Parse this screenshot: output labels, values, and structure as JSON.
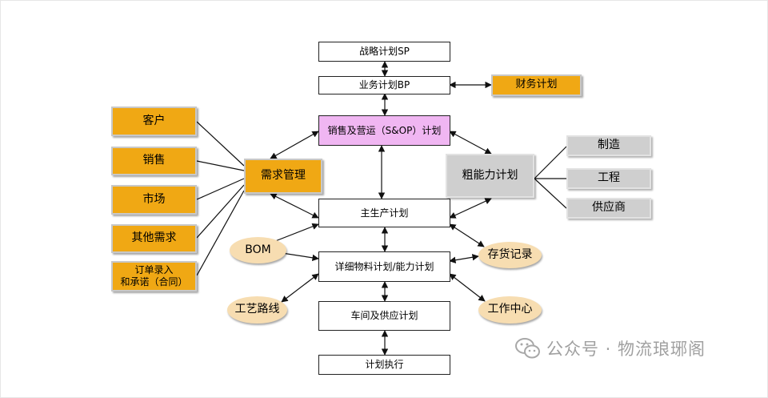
{
  "nodes": {
    "strategic_plan": "战略计划SP",
    "business_plan": "业务计划BP",
    "financial_plan": "财务计划",
    "sop": "销售及营运（S&OP）计划",
    "customer": "客户",
    "sales": "销售",
    "market": "市场",
    "other_demand": "其他需求",
    "order_entry_line1": "订单录入",
    "order_entry_line2": "和承诺（合同）",
    "demand_management": "需求管理",
    "rough_capacity": "粗能力计划",
    "manufacturing": "制造",
    "engineering": "工程",
    "supplier": "供应商",
    "master_production": "主生产计划",
    "bom": "BOM",
    "inventory_records": "存货记录",
    "detailed_plan": "详细物料计划/能力计划",
    "routing": "工艺路线",
    "work_center": "工作中心",
    "shop_supply_plan": "车间及供应计划",
    "plan_execution": "计划执行"
  },
  "watermark": {
    "icon": "wechat-icon",
    "text": "公众号 · 物流琅琊阁"
  },
  "colors": {
    "orange": "#f0a814",
    "sop": "#f0b6f2",
    "gray": "#cfcfcf",
    "ellipse": "#f7ddb1"
  }
}
